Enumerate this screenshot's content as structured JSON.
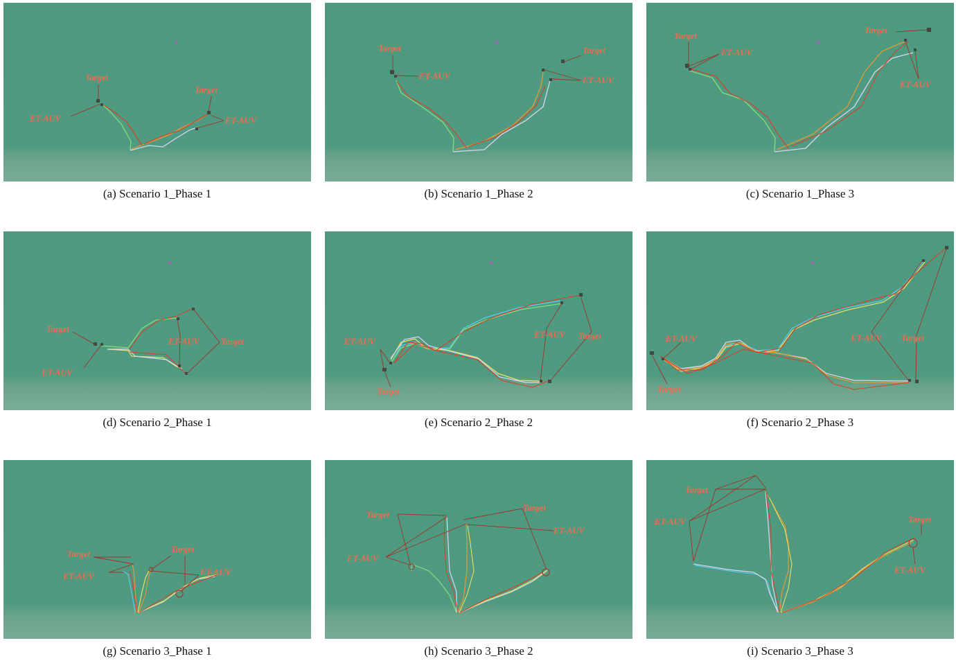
{
  "colors": {
    "water_top": "#4f9a80",
    "water_bottom": "#6fa68e",
    "annotation": "#f26a4f",
    "leader": "#a0322c",
    "traj_red": "#d8402e",
    "traj_orange": "#e49a32",
    "traj_yellow": "#e8e060",
    "traj_green": "#7ee07a",
    "traj_cyan": "#5ac8e8",
    "traj_white": "#d8d8f0",
    "marker": "#3c4a44",
    "sun": "#d040d0"
  },
  "labels": {
    "target": "Target",
    "etauv": "ET-AUV"
  },
  "panels": [
    {
      "letter": "(a)",
      "caption": "(a) Scenario 1_Phase 1"
    },
    {
      "letter": "(b)",
      "caption": "(b) Scenario 1_Phase 2"
    },
    {
      "letter": "(c)",
      "caption": "(c) Scenario 1_Phase 3"
    },
    {
      "letter": "(d)",
      "caption": "(d) Scenario 2_Phase 1"
    },
    {
      "letter": "(e)",
      "caption": "(e) Scenario 2_Phase 2"
    },
    {
      "letter": "(f)",
      "caption": "(f) Scenario 2_Phase 3"
    },
    {
      "letter": "(g)",
      "caption": "(g) Scenario 3_Phase 1"
    },
    {
      "letter": "(h)",
      "caption": "(h) Scenario 3_Phase 2"
    },
    {
      "letter": "(i)",
      "caption": "(i) Scenario 3_Phase 3"
    }
  ]
}
